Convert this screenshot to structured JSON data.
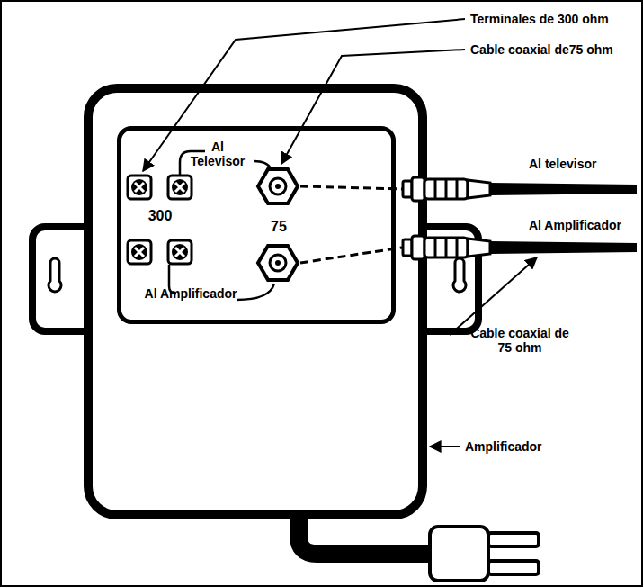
{
  "diagram": {
    "nodes": [
      {
        "text": [
          "Al Televisor",
          "300",
          "75",
          "Al Amplificador"
        ]
      }
    ],
    "labels": [
      "Terminales de 300 ohm",
      "Cable coaxial de75 ohm",
      "Al televisor",
      "Al Amplificador",
      "Cable coaxial de 75 ohm",
      "Amplificador"
    ]
  }
}
